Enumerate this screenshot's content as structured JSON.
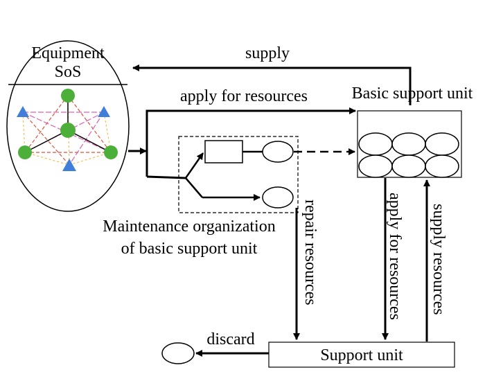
{
  "diagram": {
    "equipment_title_line1": "Equipment",
    "equipment_title_line2": "SoS",
    "supply_label": "supply",
    "apply_label": "apply for resources",
    "basic_unit_label": "Basic support unit",
    "maintenance_line1": "Maintenance organization",
    "maintenance_line2": "of basic support unit",
    "repair_label": "repair resources",
    "apply_vertical_label": "apply for resources",
    "supply_resources_label": "supply resources",
    "discard_label": "discard",
    "support_unit_label": "Support unit"
  },
  "colors": {
    "line": "#000000",
    "node_green": "#4caf3a",
    "triangle_blue": "#3f7fd9",
    "dash_red": "#e0503a",
    "dash_pink": "#e060b0",
    "dash_yellow": "#f0c050"
  }
}
